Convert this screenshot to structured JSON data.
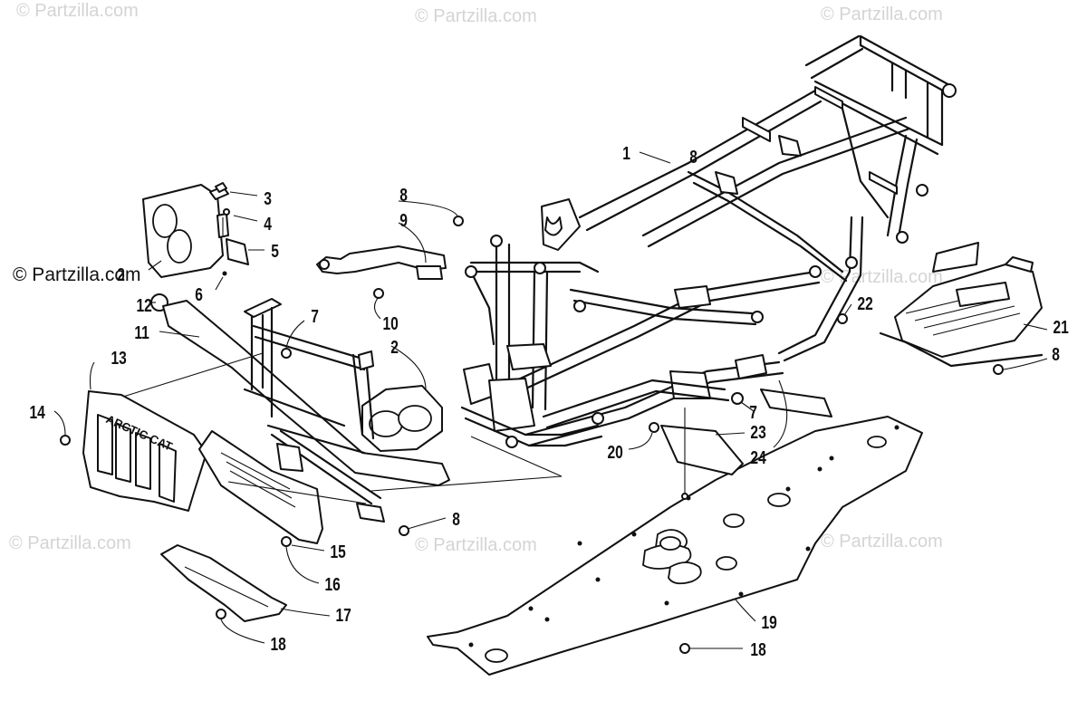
{
  "watermark": {
    "faint": [
      "© Partzilla.com",
      "© Partzilla.com",
      "© Partzilla.com",
      "© Partzilla.com",
      "© Partzilla.com",
      "© Partzilla.com",
      "© Partzilla.com"
    ],
    "dark": "© Partzilla.com"
  },
  "grille_badge": "ARCTIC CAT",
  "callouts": [
    "1",
    "2",
    "2",
    "3",
    "4",
    "5",
    "6",
    "7",
    "7",
    "8",
    "8",
    "8",
    "8",
    "9",
    "10",
    "11",
    "12",
    "13",
    "14",
    "15",
    "16",
    "17",
    "18",
    "18",
    "19",
    "20",
    "21",
    "22",
    "23",
    "24"
  ]
}
